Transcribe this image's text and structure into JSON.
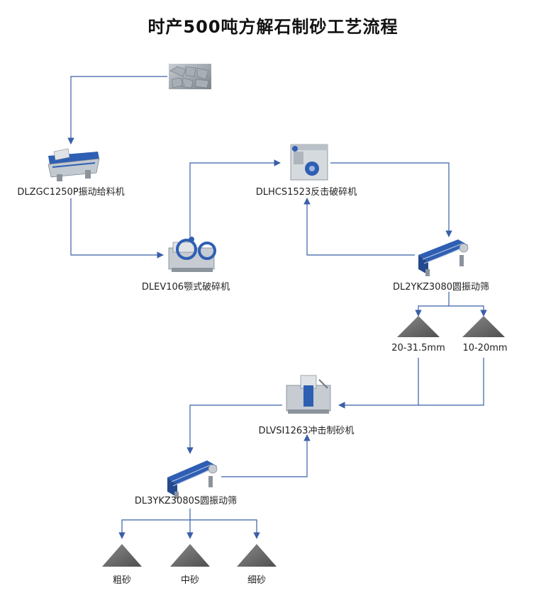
{
  "title": "时产500吨方解石制砂工艺流程",
  "nodes": {
    "raw_material": {
      "icon": "raw-stone-pile-icon"
    },
    "feeder": {
      "label": "DLZGC1250P振动给料机",
      "icon": "vibrating-feeder-icon"
    },
    "jaw_crusher": {
      "label": "DLEV106颚式破碎机",
      "icon": "jaw-crusher-icon"
    },
    "impact_crusher": {
      "label": "DLHCS1523反击破碎机",
      "icon": "impact-crusher-icon"
    },
    "screen_1": {
      "label": "DL2YKZ3080圆振动筛",
      "icon": "vibrating-screen-icon"
    },
    "product_a": {
      "label": "20-31.5mm",
      "icon": "aggregate-cone-icon"
    },
    "product_b": {
      "label": "10-20mm",
      "icon": "aggregate-cone-icon"
    },
    "sand_maker": {
      "label": "DLVSI1263冲击制砂机",
      "icon": "sand-making-machine-icon"
    },
    "screen_2": {
      "label": "DL3YKZ3080S圆振动筛",
      "icon": "vibrating-screen-icon"
    },
    "coarse_sand": {
      "label": "粗砂",
      "icon": "sand-cone-icon"
    },
    "medium_sand": {
      "label": "中砂",
      "icon": "sand-cone-icon"
    },
    "fine_sand": {
      "label": "细砂",
      "icon": "sand-cone-icon"
    }
  },
  "colors": {
    "connector": "#3a5fa8",
    "machine_blue": "#2f5fb3",
    "machine_gray": "#9aa3ad",
    "cone": "#6f6f6f"
  }
}
